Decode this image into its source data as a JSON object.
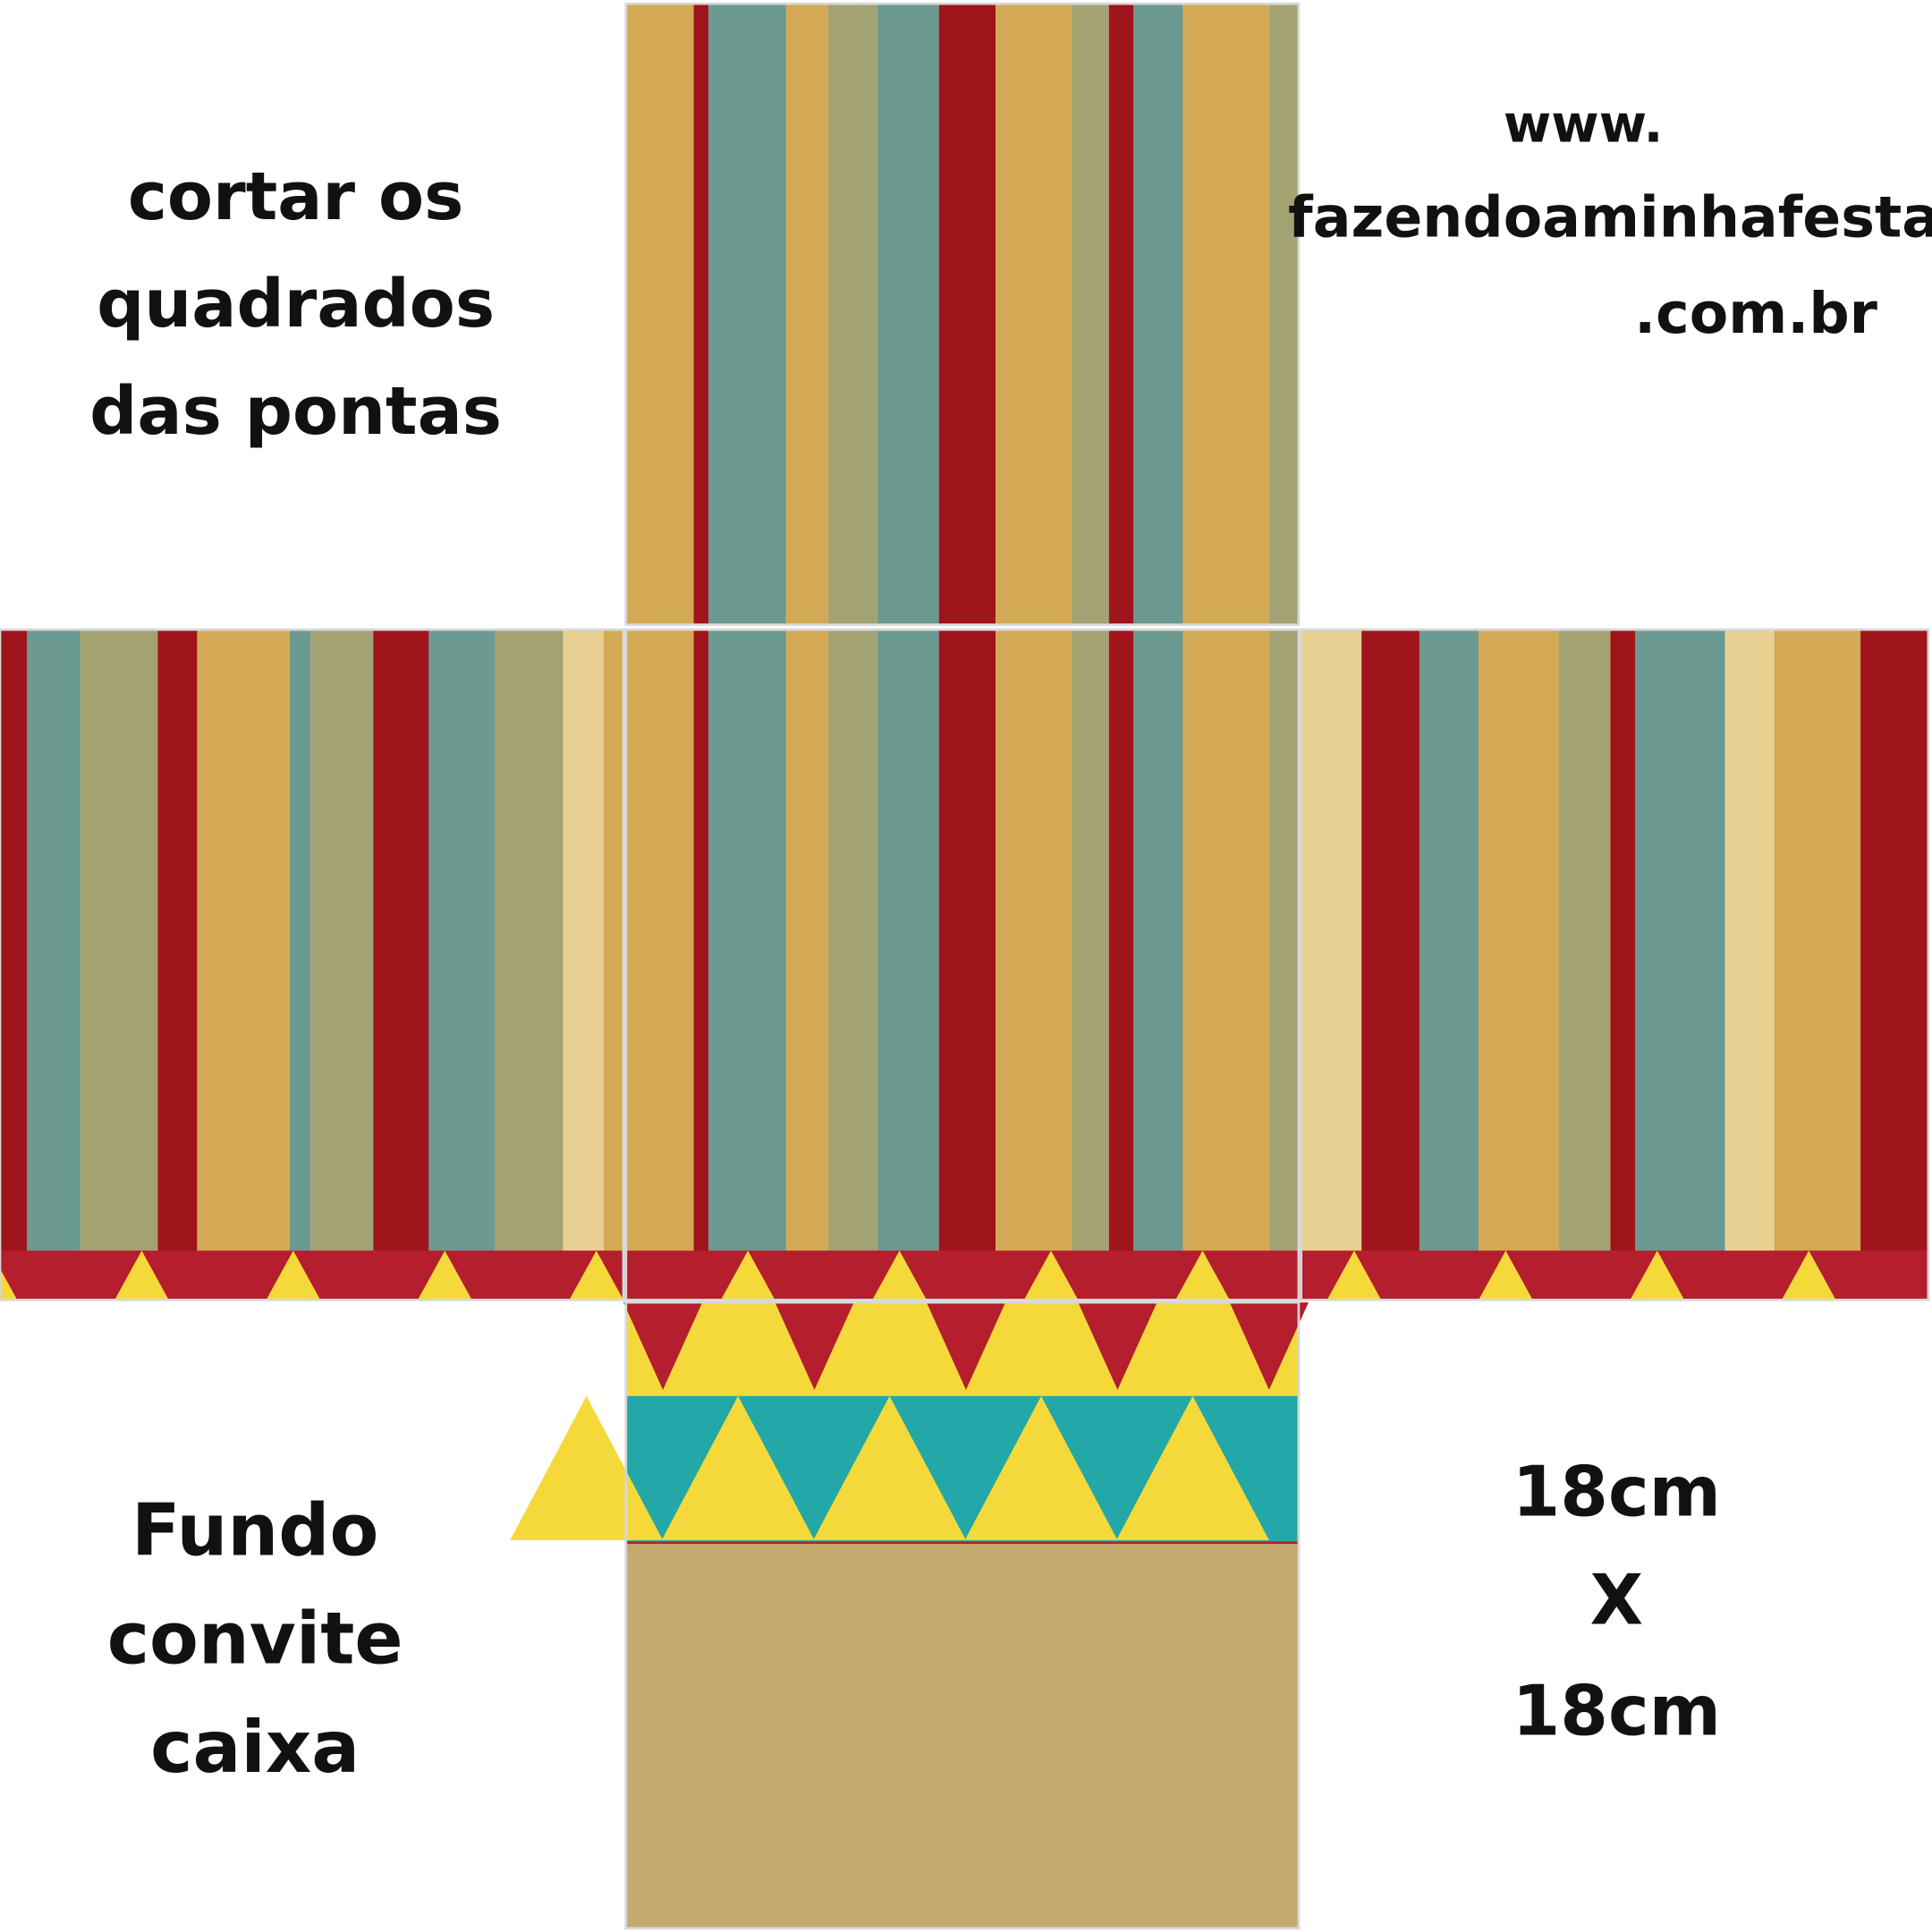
{
  "instructions": {
    "line1": "cortar os",
    "line2": "quadrados",
    "line3": "das pontas"
  },
  "website": {
    "line1": "www.",
    "line2": "fazendoaminhafesta",
    "line3": ".com.br"
  },
  "bottom_label": {
    "line1": "Fundo",
    "line2": "convite",
    "line3": "caixa"
  },
  "dimensions": {
    "width": "18cm",
    "separator": "X",
    "height": "18cm"
  },
  "colors": {
    "red": "#a0141c",
    "teal": "#6a9a90",
    "gold": "#d4a955",
    "olive": "#a3a273",
    "cream": "#e8d092",
    "band_red": "#b41e2d",
    "yellow": "#f5d93b",
    "bright_teal": "#23a7a7",
    "tan": "#c5a96f"
  }
}
